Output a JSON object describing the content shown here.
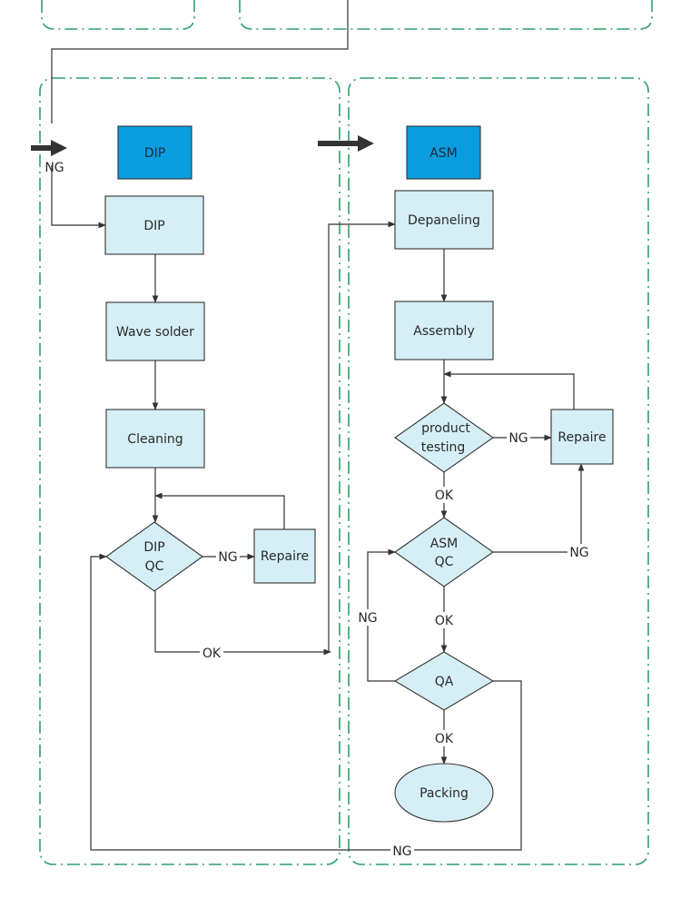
{
  "swimlanes": {
    "dip": {
      "header": "DIP"
    },
    "asm": {
      "header": "ASM"
    }
  },
  "nodes": {
    "dip_process": "DIP",
    "wave_solder": "Wave solder",
    "cleaning": "Cleaning",
    "dip_qc": [
      "DIP",
      "QC"
    ],
    "dip_repaire": "Repaire",
    "depaneling": "Depaneling",
    "assembly": "Assembly",
    "product_testing": [
      "product",
      "testing"
    ],
    "asm_repaire": "Repaire",
    "asm_qc": [
      "ASM",
      "QC"
    ],
    "qa": "QA",
    "packing": "Packing"
  },
  "edge_labels": {
    "incoming_ng": "NG",
    "dipqc_ng": "NG",
    "dipqc_ok": "OK",
    "testing_ng": "NG",
    "testing_ok": "OK",
    "asmqc_ng_repaire": "NG",
    "asmqc_ng_back": "NG",
    "asmqc_ok": "OK",
    "qa_ok": "OK",
    "qa_ng": "NG"
  },
  "colors": {
    "header_fill": "#0a9ee0",
    "node_fill": "#d6eff6",
    "lane_border": "#2e9e6a",
    "line": "#333333"
  }
}
